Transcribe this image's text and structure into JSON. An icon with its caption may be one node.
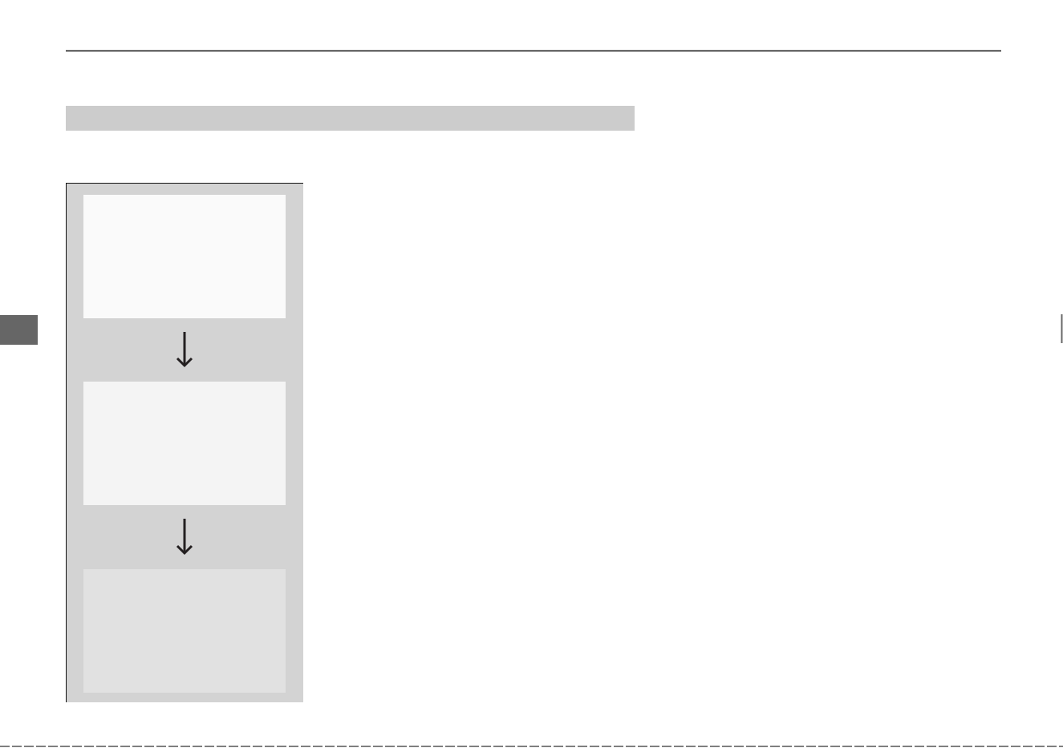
{
  "diagram": {
    "nodes": [
      {
        "text": [],
        "shape": "box"
      },
      {
        "text": [],
        "shape": "box"
      },
      {
        "text": [],
        "shape": "box",
        "in": 1
      },
      {
        "text": [],
        "shape": "box",
        "in": 1
      },
      {
        "text": [],
        "shape": "box",
        "in": 1
      }
    ],
    "edges": [
      {
        "from": 2,
        "to": 3,
        "arrow": "to"
      },
      {
        "from": 3,
        "to": 4,
        "arrow": "to"
      }
    ]
  }
}
